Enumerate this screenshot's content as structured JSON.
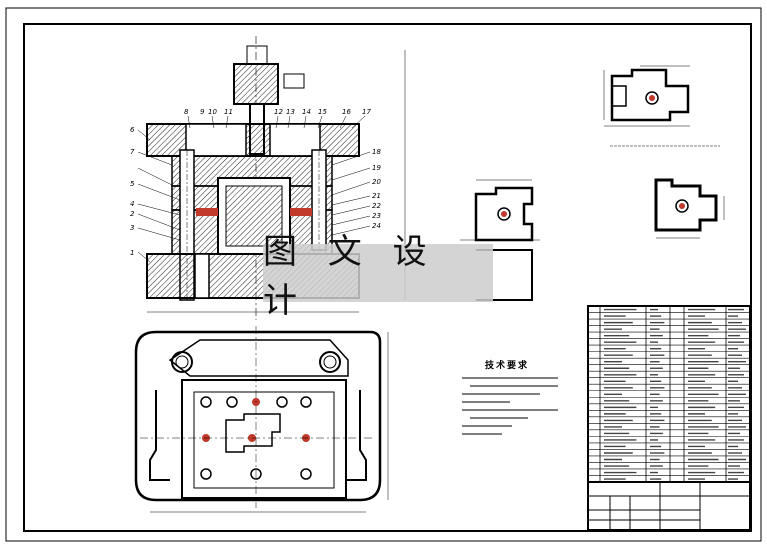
{
  "watermark": {
    "text": "图 文 设 计"
  },
  "tech_requirements": {
    "title": "技术要求"
  },
  "part_labels": [
    "1",
    "2",
    "3",
    "4",
    "5",
    "6",
    "7",
    "8",
    "9",
    "10",
    "11",
    "12",
    "13",
    "14",
    "15",
    "16",
    "17",
    "18",
    "19",
    "20",
    "21",
    "22",
    "23",
    "24"
  ],
  "colors": {
    "line": "#000000",
    "hatch": "#222222",
    "accent_hole": "#c0392b",
    "watermark_band": "#cdcdcd"
  }
}
